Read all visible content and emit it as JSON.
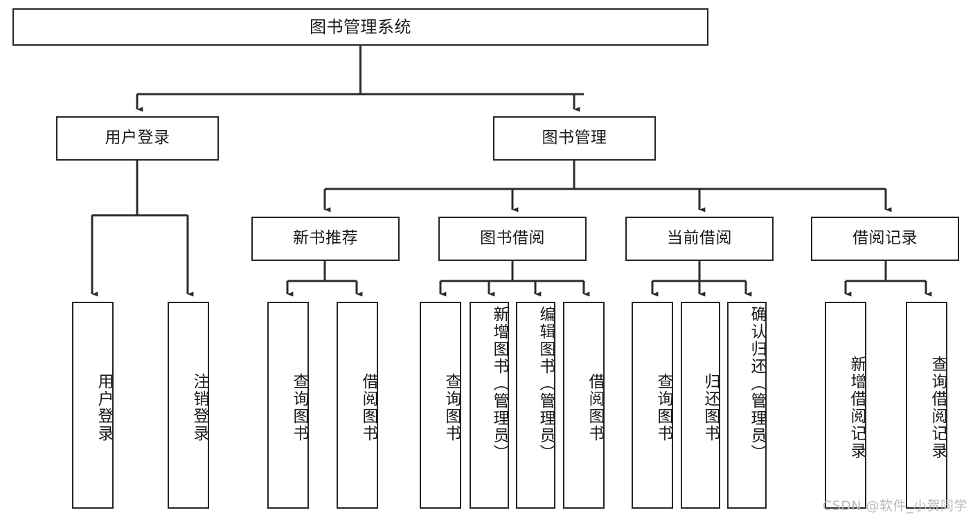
{
  "diagram": {
    "title": "图书管理系统",
    "type": "tree-hierarchy-chart",
    "orientation": "top-down",
    "colors": {
      "box_border": "#262626",
      "box_fill": "#ffffff",
      "edge": "#2b2b2b",
      "text": "#1a1a1a",
      "watermark": "#b9b9b9",
      "background": "#ffffff"
    },
    "watermark": "CSDN @软件_小贺同学"
  },
  "nodes": {
    "root": {
      "label": "图书管理系统",
      "level": 1
    },
    "level2": [
      {
        "id": "user-login",
        "label": "用户登录"
      },
      {
        "id": "book-manage",
        "label": "图书管理"
      }
    ],
    "level3": [
      {
        "id": "new-book-recommend",
        "label": "新书推荐",
        "parent": "book-manage"
      },
      {
        "id": "book-borrow",
        "label": "图书借阅",
        "parent": "book-manage"
      },
      {
        "id": "current-borrow",
        "label": "当前借阅",
        "parent": "book-manage"
      },
      {
        "id": "borrow-record",
        "label": "借阅记录",
        "parent": "book-manage"
      }
    ],
    "leaves": [
      {
        "id": "leaf-user-login",
        "label": "用户登录",
        "parent": "user-login"
      },
      {
        "id": "leaf-logout-login",
        "label": "注销登录",
        "parent": "user-login"
      },
      {
        "id": "leaf-query-book-1",
        "label": "查询图书",
        "parent": "new-book-recommend"
      },
      {
        "id": "leaf-borrow-book-1",
        "label": "借阅图书",
        "parent": "new-book-recommend"
      },
      {
        "id": "leaf-query-book-2",
        "label": "查询图书",
        "parent": "book-borrow"
      },
      {
        "id": "leaf-add-book",
        "label": "新增图书（管理员）",
        "parent": "book-borrow"
      },
      {
        "id": "leaf-edit-book",
        "label": "编辑图书（管理员）",
        "parent": "book-borrow"
      },
      {
        "id": "leaf-borrow-book-2",
        "label": "借阅图书",
        "parent": "book-borrow"
      },
      {
        "id": "leaf-query-book-3",
        "label": "查询图书",
        "parent": "current-borrow"
      },
      {
        "id": "leaf-return-book",
        "label": "归还图书",
        "parent": "current-borrow"
      },
      {
        "id": "leaf-confirm-return",
        "label": "确认归还（管理员）",
        "parent": "current-borrow"
      },
      {
        "id": "leaf-add-record",
        "label": "新增借阅记录",
        "parent": "borrow-record"
      },
      {
        "id": "leaf-query-record",
        "label": "查询借阅记录",
        "parent": "borrow-record"
      }
    ]
  }
}
